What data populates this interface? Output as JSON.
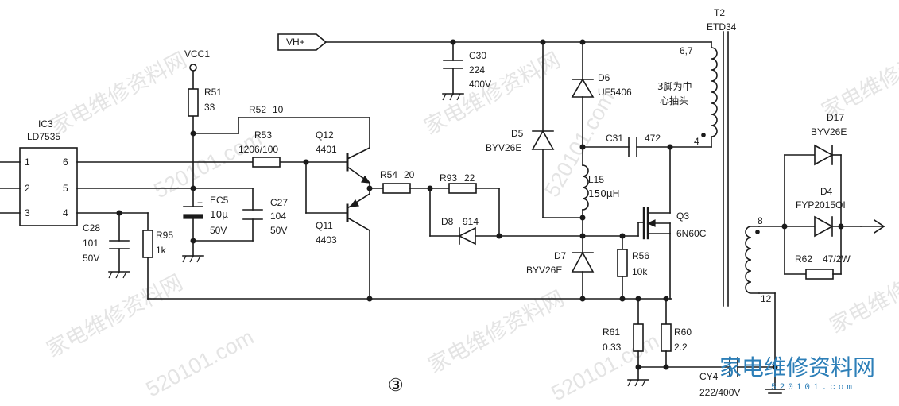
{
  "watermarks": {
    "text_cn": "家电维修资料网",
    "text_num": "520101.com"
  },
  "ic3": {
    "ref": "IC3",
    "part": "LD7535",
    "pins": [
      "1",
      "2",
      "3",
      "6",
      "5",
      "4"
    ]
  },
  "vcc": "VCC1",
  "vh": "VH+",
  "components": {
    "r51": {
      "ref": "R51",
      "value": "33"
    },
    "r52": {
      "ref": "R52",
      "value": "10"
    },
    "r53": {
      "ref": "R53",
      "value": "1206/100"
    },
    "q12": {
      "ref": "Q12",
      "value": "4401"
    },
    "q11": {
      "ref": "Q11",
      "value": "4403"
    },
    "r54": {
      "ref": "R54",
      "value": "20"
    },
    "r93": {
      "ref": "R93",
      "value": "22"
    },
    "d8": {
      "ref": "D8",
      "value": "914"
    },
    "ec5": {
      "ref": "EC5",
      "value": "10μ",
      "voltage": "50V"
    },
    "c27": {
      "ref": "C27",
      "value": "104",
      "voltage": "50V"
    },
    "c28": {
      "ref": "C28",
      "value": "101",
      "voltage": "50V"
    },
    "r95": {
      "ref": "R95",
      "value": "1k"
    },
    "c30": {
      "ref": "C30",
      "value": "224",
      "voltage": "400V"
    },
    "d6": {
      "ref": "D6",
      "value": "UF5406"
    },
    "d5": {
      "ref": "D5",
      "value": "BYV26E"
    },
    "c31": {
      "ref": "C31",
      "value": "472"
    },
    "l15": {
      "ref": "L15",
      "value": "150μH"
    },
    "q3": {
      "ref": "Q3",
      "value": "6N60C"
    },
    "d7": {
      "ref": "D7",
      "value": "BYV26E"
    },
    "r56": {
      "ref": "R56",
      "value": "10k"
    },
    "r61": {
      "ref": "R61",
      "value": "0.33"
    },
    "r60": {
      "ref": "R60",
      "value": "2.2"
    },
    "cy4": {
      "ref": "CY4",
      "value": "222/400V"
    },
    "t2": {
      "ref": "T2",
      "value": "ETD34",
      "pin_a": "6,7",
      "pin_b": "4",
      "pin_c": "8",
      "pin_d": "12",
      "note_line1": "3脚为中",
      "note_line2": "心抽头"
    },
    "d17": {
      "ref": "D17",
      "value": "BYV26E"
    },
    "d4": {
      "ref": "D4",
      "value": "FYP2015OI"
    },
    "r62": {
      "ref": "R62",
      "value": "47/2W"
    }
  },
  "figure_number": "③",
  "logo": {
    "text": "家电维修资料网",
    "sub": "520101.com"
  }
}
